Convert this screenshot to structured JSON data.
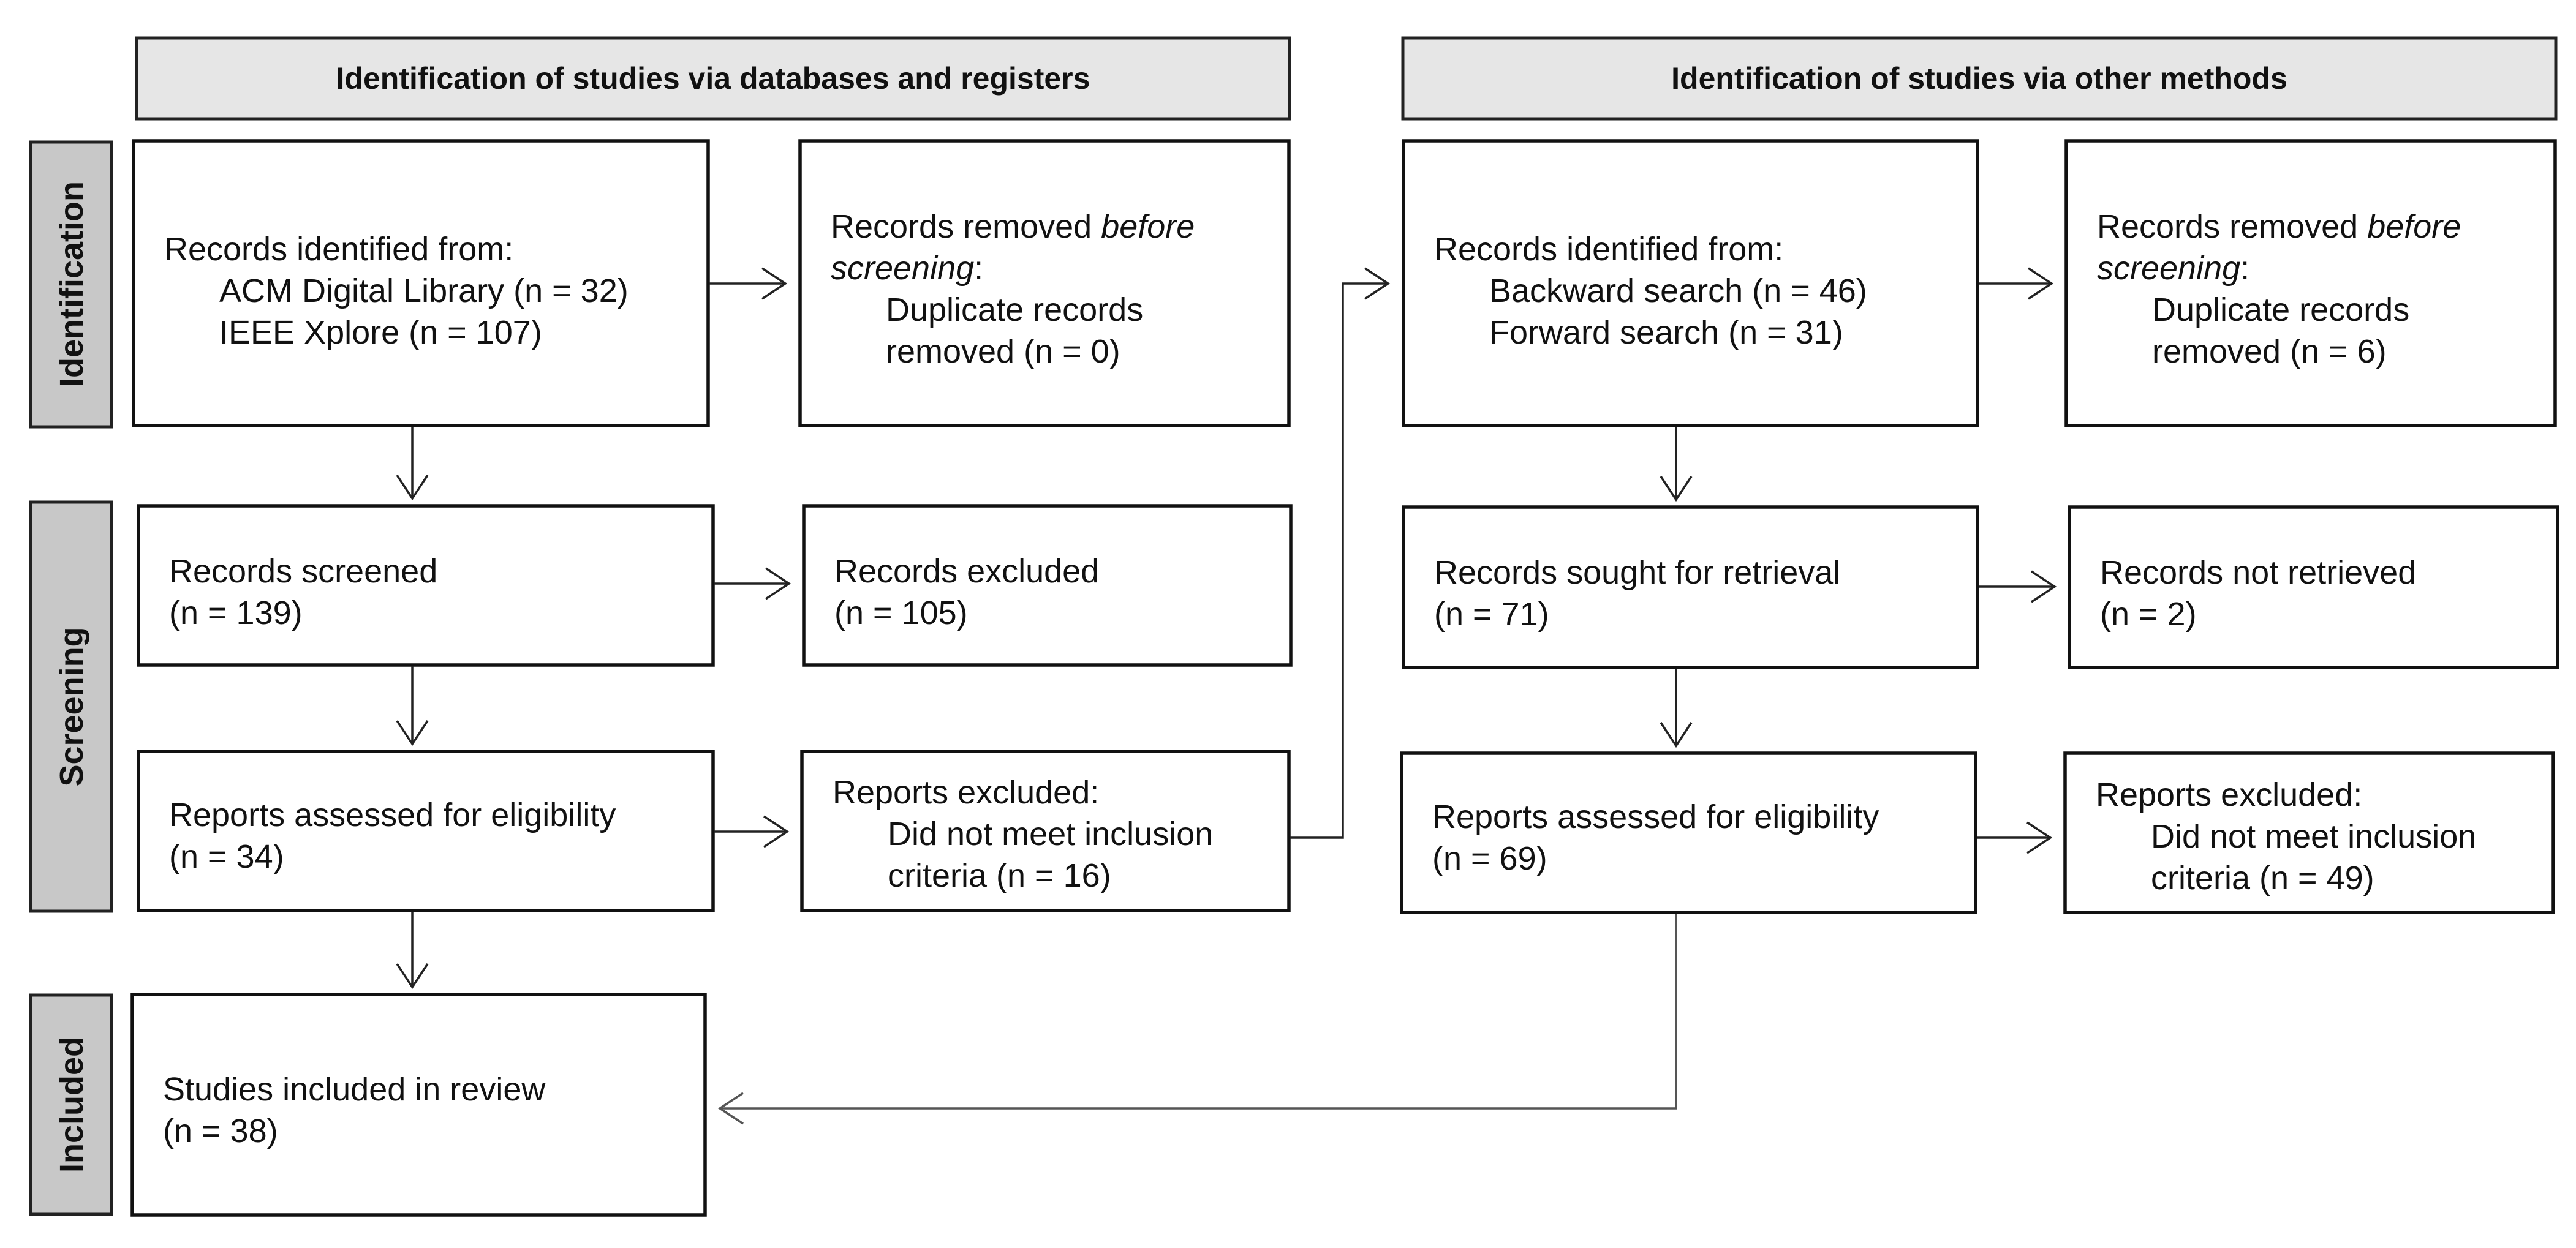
{
  "headers": {
    "left": "Identification of studies via databases and registers",
    "right": "Identification of studies via other methods"
  },
  "stages": {
    "identification": "Identification",
    "screening": "Screening",
    "included": "Included"
  },
  "left": {
    "records_identified": {
      "line1": "Records identified from:",
      "line2": "ACM Digital Library (n = 32)",
      "line3": "IEEE Xplore (n = 107)"
    },
    "records_removed": {
      "line1a": "Records removed ",
      "line1b": "before",
      "line2a": "screening",
      "line2b": ":",
      "line3": "Duplicate records",
      "line4": "removed (n = 0)"
    },
    "records_screened": {
      "line1": "Records screened",
      "line2": "(n = 139)"
    },
    "records_excluded": {
      "line1": "Records excluded",
      "line2": "(n = 105)"
    },
    "reports_assessed": {
      "line1": "Reports assessed for eligibility",
      "line2": "(n = 34)"
    },
    "reports_excluded": {
      "line1": "Reports excluded:",
      "line2": "Did not meet inclusion",
      "line3": "criteria (n = 16)"
    },
    "studies_included": {
      "line1": "Studies included in review",
      "line2": "(n = 38)"
    }
  },
  "right": {
    "records_identified": {
      "line1": "Records identified from:",
      "line2": "Backward search (n = 46)",
      "line3": "Forward search (n = 31)"
    },
    "records_removed": {
      "line1a": "Records removed ",
      "line1b": "before",
      "line2a": "screening",
      "line2b": ":",
      "line3": "Duplicate records",
      "line4": "removed (n = 6)"
    },
    "records_sought": {
      "line1": "Records sought for retrieval",
      "line2": "(n = 71)"
    },
    "records_not_retrieved": {
      "line1": "Records not retrieved",
      "line2": "(n = 2)"
    },
    "reports_assessed": {
      "line1": "Reports assessed for eligibility",
      "line2": "(n = 69)"
    },
    "reports_excluded": {
      "line1": "Reports excluded:",
      "line2": "Did not meet inclusion",
      "line3": "criteria (n = 49)"
    }
  }
}
